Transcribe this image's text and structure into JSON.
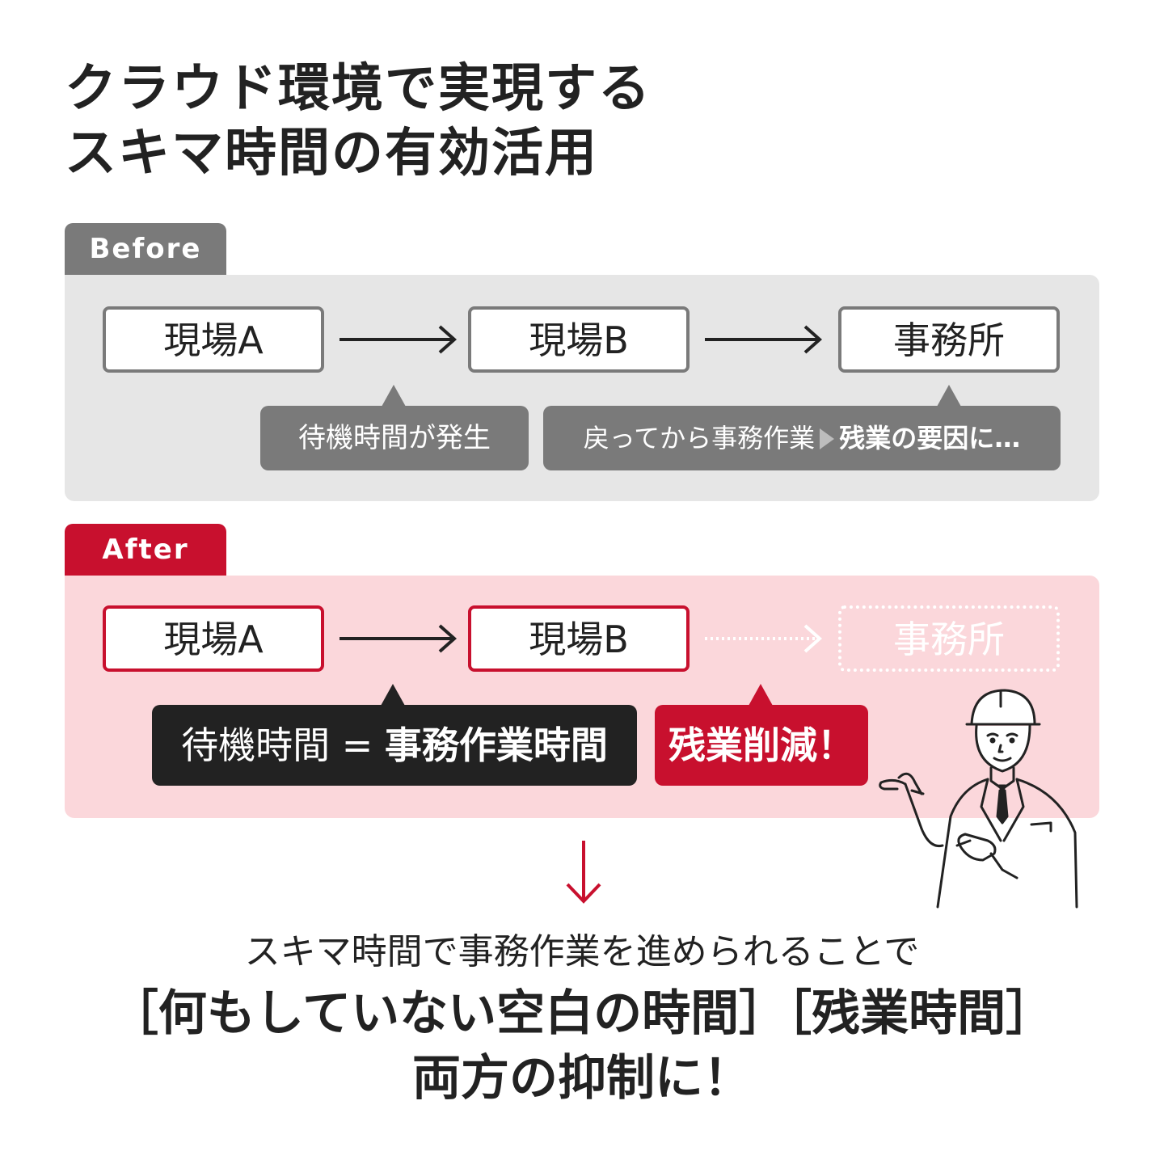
{
  "title": {
    "line1": "クラウド環境で実現する",
    "line2": "スキマ時間の有効活用"
  },
  "before": {
    "tab_label": "Before",
    "steps": [
      "現場A",
      "現場B",
      "事務所"
    ],
    "callout_wait": "待機時間が発生",
    "callout_return": "戻ってから事務作業",
    "callout_return_result": "残業の要因に…"
  },
  "after": {
    "tab_label": "After",
    "steps": [
      "現場A",
      "現場B",
      "事務所"
    ],
    "callout_wait": "待機時間 =",
    "callout_wait_result": "事務作業時間",
    "callout_overtime": "残業削減！"
  },
  "conclusion": {
    "line1": "スキマ時間で事務作業を進められることで",
    "line2": "［何もしていない空白の時間］［残業時間］",
    "line3": "両方の抑制に！"
  },
  "colors": {
    "accent_red": "#c8102e",
    "gray": "#7a7a7a",
    "dark": "#222222",
    "before_panel": "#e6e6e6",
    "after_panel": "#fbd7db"
  }
}
